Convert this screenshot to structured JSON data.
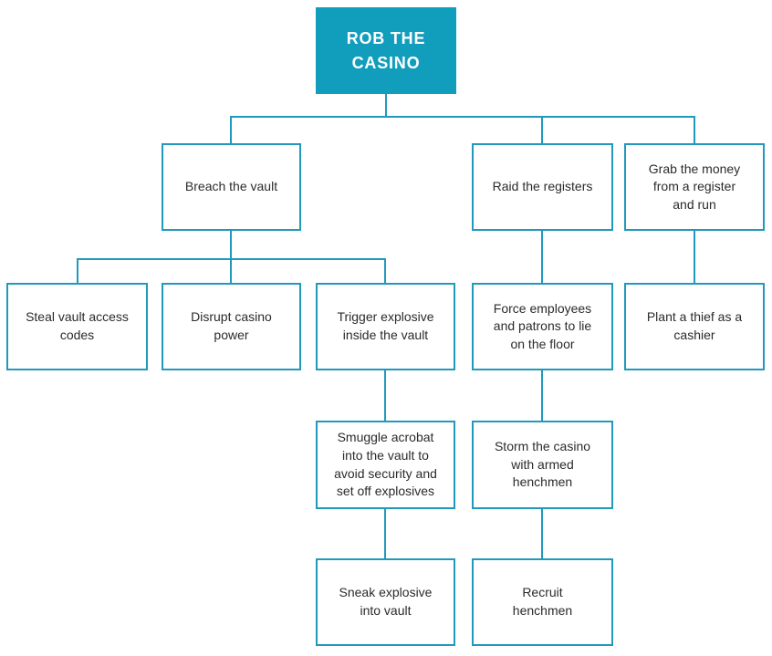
{
  "colors": {
    "accent_fill": "#119dbc",
    "box_border": "#2199bc",
    "connector_line": "#2199bc",
    "node_text": "#2b2b2b",
    "root_text": "#ffffff",
    "background": "#ffffff"
  },
  "nodes": [
    {
      "id": "root",
      "label": "ROB THE CASINO"
    },
    {
      "id": "breach-vault",
      "label": "Breach the vault"
    },
    {
      "id": "raid-registers",
      "label": "Raid the registers"
    },
    {
      "id": "grab-money",
      "label": "Grab the money from a register and run"
    },
    {
      "id": "steal-codes",
      "label": "Steal vault access codes"
    },
    {
      "id": "disrupt-power",
      "label": "Disrupt casino power"
    },
    {
      "id": "trigger-explosive",
      "label": "Trigger explosive inside the vault"
    },
    {
      "id": "force-floor",
      "label": "Force employees and patrons to lie on the floor"
    },
    {
      "id": "plant-thief",
      "label": "Plant a thief as a cashier"
    },
    {
      "id": "smuggle-acrobat",
      "label": "Smuggle acrobat into the vault to avoid security and set off explosives"
    },
    {
      "id": "storm-casino",
      "label": "Storm the casino with armed henchmen"
    },
    {
      "id": "sneak-explosive",
      "label": "Sneak explosive into vault"
    },
    {
      "id": "recruit-henchmen",
      "label": "Recruit henchmen"
    }
  ],
  "edges": [
    {
      "from": "root",
      "to": "breach-vault"
    },
    {
      "from": "root",
      "to": "raid-registers"
    },
    {
      "from": "root",
      "to": "grab-money"
    },
    {
      "from": "breach-vault",
      "to": "steal-codes"
    },
    {
      "from": "breach-vault",
      "to": "disrupt-power"
    },
    {
      "from": "breach-vault",
      "to": "trigger-explosive"
    },
    {
      "from": "raid-registers",
      "to": "force-floor"
    },
    {
      "from": "grab-money",
      "to": "plant-thief"
    },
    {
      "from": "trigger-explosive",
      "to": "smuggle-acrobat"
    },
    {
      "from": "force-floor",
      "to": "storm-casino"
    },
    {
      "from": "smuggle-acrobat",
      "to": "sneak-explosive"
    },
    {
      "from": "storm-casino",
      "to": "recruit-henchmen"
    }
  ]
}
